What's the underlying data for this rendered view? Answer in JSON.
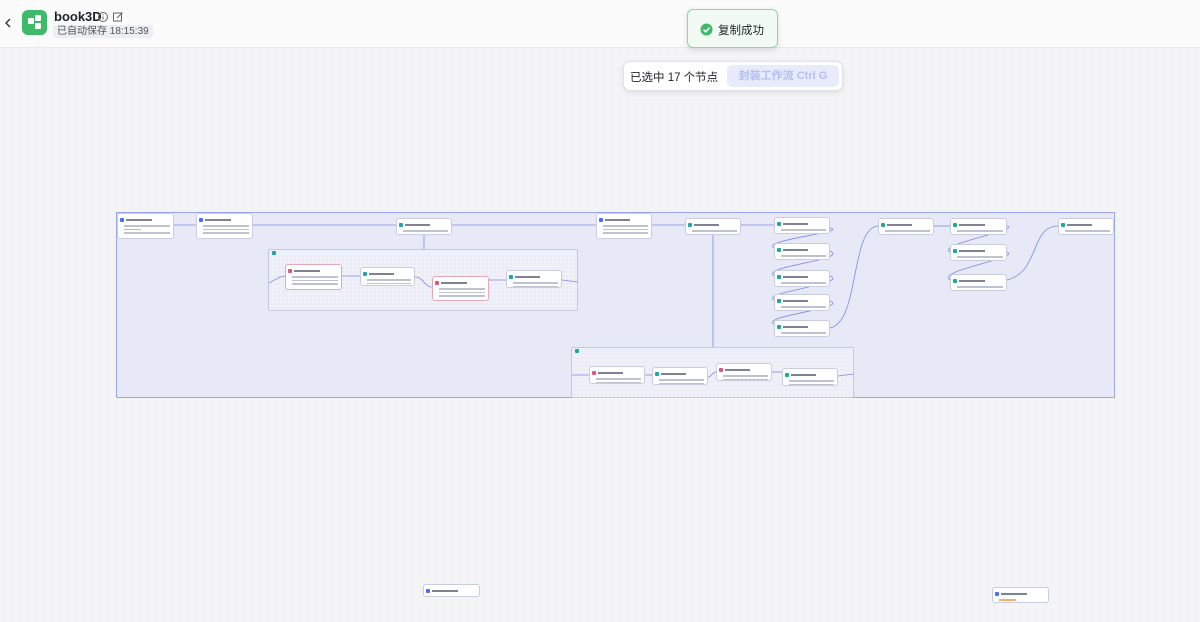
{
  "header": {
    "back_icon": "chevron-left-icon",
    "logo_icon": "workflow-app-icon",
    "app_name": "book3D",
    "info_icon": "info-icon",
    "edit_icon": "edit-icon",
    "autosave_text": "已自动保存 18:15:39"
  },
  "toast": {
    "icon": "check-circle-icon",
    "message": "复制成功",
    "color": "#3dbb6a"
  },
  "selection_bar": {
    "selected_text": "已选中 17 个节点",
    "wrap_button_label": "封装工作流 Ctrl G",
    "accent": "#4c6ef5"
  },
  "canvas": {
    "group_border_color": "#9aa6ef",
    "node_accent": "#4c6ef5"
  }
}
